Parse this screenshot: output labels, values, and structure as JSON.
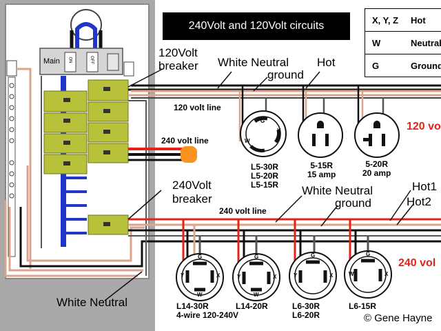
{
  "title": "240Volt and 120Volt circuits",
  "legend": [
    {
      "key": "X, Y, Z",
      "value": "Hot"
    },
    {
      "key": "W",
      "value": "Neutral"
    },
    {
      "key": "G",
      "value": "Ground"
    }
  ],
  "panel": {
    "main_label": "Main",
    "on_label": "ON",
    "off_label": "OFF"
  },
  "callouts": {
    "breaker_120_line1": "120Volt",
    "breaker_120_line2": "breaker",
    "breaker_240_line1": "240Volt",
    "breaker_240_line2": "breaker",
    "white_neutral_top": "White Neutral",
    "ground_top": "ground",
    "hot_top": "Hot",
    "white_neutral_mid": "White Neutral",
    "ground_mid": "ground",
    "hot1": "Hot1",
    "hot2": "Hot2",
    "white_neutral_bottom": "White Neutral",
    "line_120": "120 volt line",
    "line_240_a": "240 volt line",
    "line_240_b": "240 volt line",
    "side_120": "120 vo",
    "side_240": "240 vol",
    "copyright": "© Gene Hayne"
  },
  "receptacle_labels": {
    "l5": [
      "L5-30R",
      "L5-20R",
      "L5-15R"
    ],
    "r515": [
      "5-15R",
      "15 amp"
    ],
    "r520": [
      "5-20R",
      "20 amp"
    ],
    "l14_30": [
      "L14-30R",
      "4-wire 120-240V"
    ],
    "l14_20": [
      "L14-20R"
    ],
    "l6_30": [
      "L6-30R",
      "L6-20R"
    ],
    "l6_15": [
      "L6-15R"
    ]
  },
  "terminal_letters": {
    "g": "G",
    "w": "W",
    "x": "X",
    "y": "Y"
  },
  "colors": {
    "hot": "#111111",
    "hot2": "#e2231a",
    "neutral": "#d9a58c",
    "bus_bar": "#2036c8",
    "breaker": "#b7c13a",
    "panel_gray": "#a9a9a9",
    "plug_orange": "#f7931e"
  }
}
